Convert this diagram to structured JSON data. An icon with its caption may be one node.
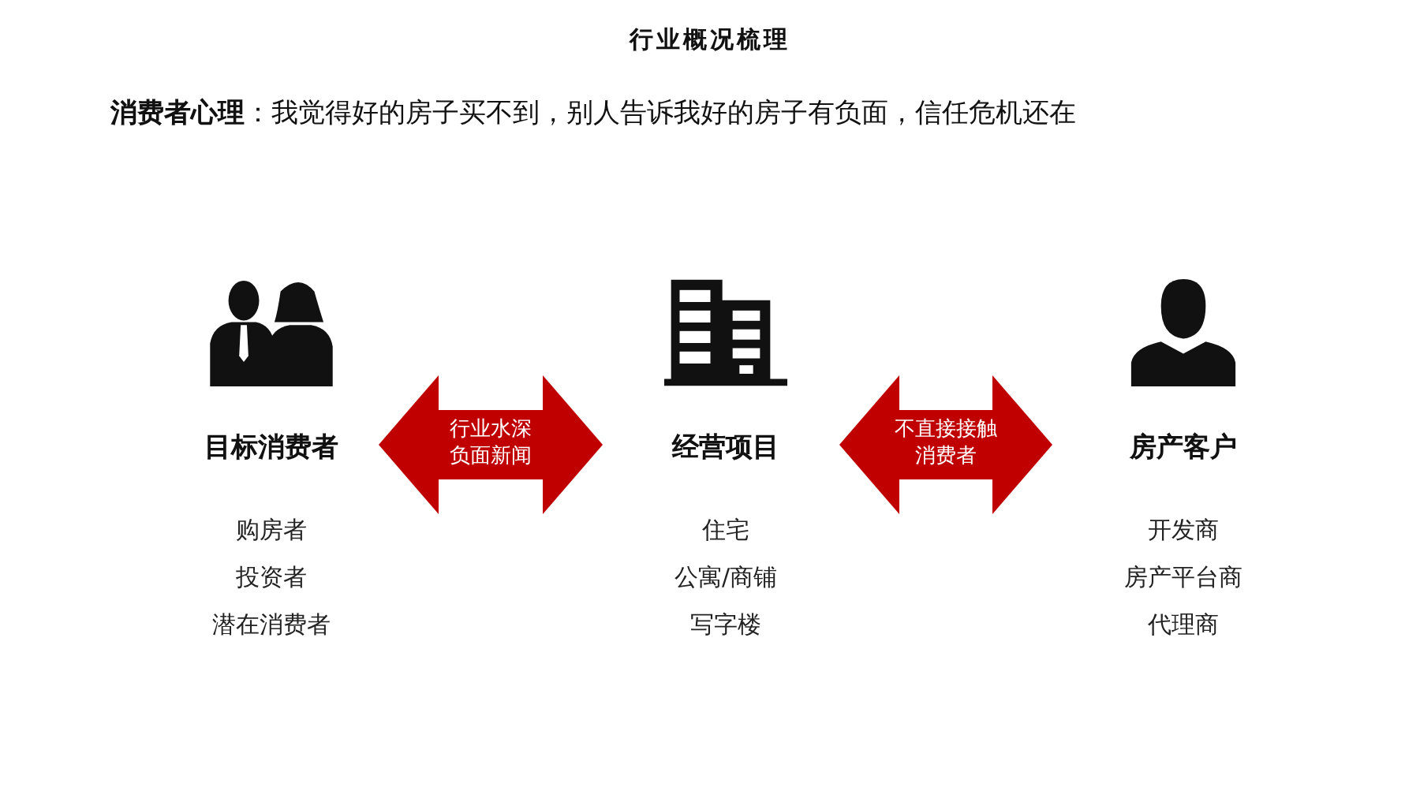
{
  "diagram": {
    "title": "行业概况梳理",
    "nodes": [
      {
        "text": [
          "目标消费者"
        ],
        "beside": [
          "购房者",
          "投资者",
          "潜在消费者"
        ]
      },
      {
        "text": [
          "经营项目"
        ],
        "beside": [
          "住宅",
          "公寓/商铺",
          "写字楼"
        ]
      },
      {
        "text": [
          "房产客户"
        ],
        "beside": [
          "开发商",
          "房产平台商",
          "代理商"
        ]
      }
    ],
    "edges": [
      {
        "from": 0,
        "to": 1,
        "arrow": "both",
        "label": "行业水深负面新闻"
      },
      {
        "from": 1,
        "to": 2,
        "arrow": "both",
        "label": "不直接接触消费者"
      }
    ],
    "labels": [
      "**消费者心理**：我觉得好的房子买不到，别人告诉我好的房子有负面，信任危机还在"
    ]
  }
}
